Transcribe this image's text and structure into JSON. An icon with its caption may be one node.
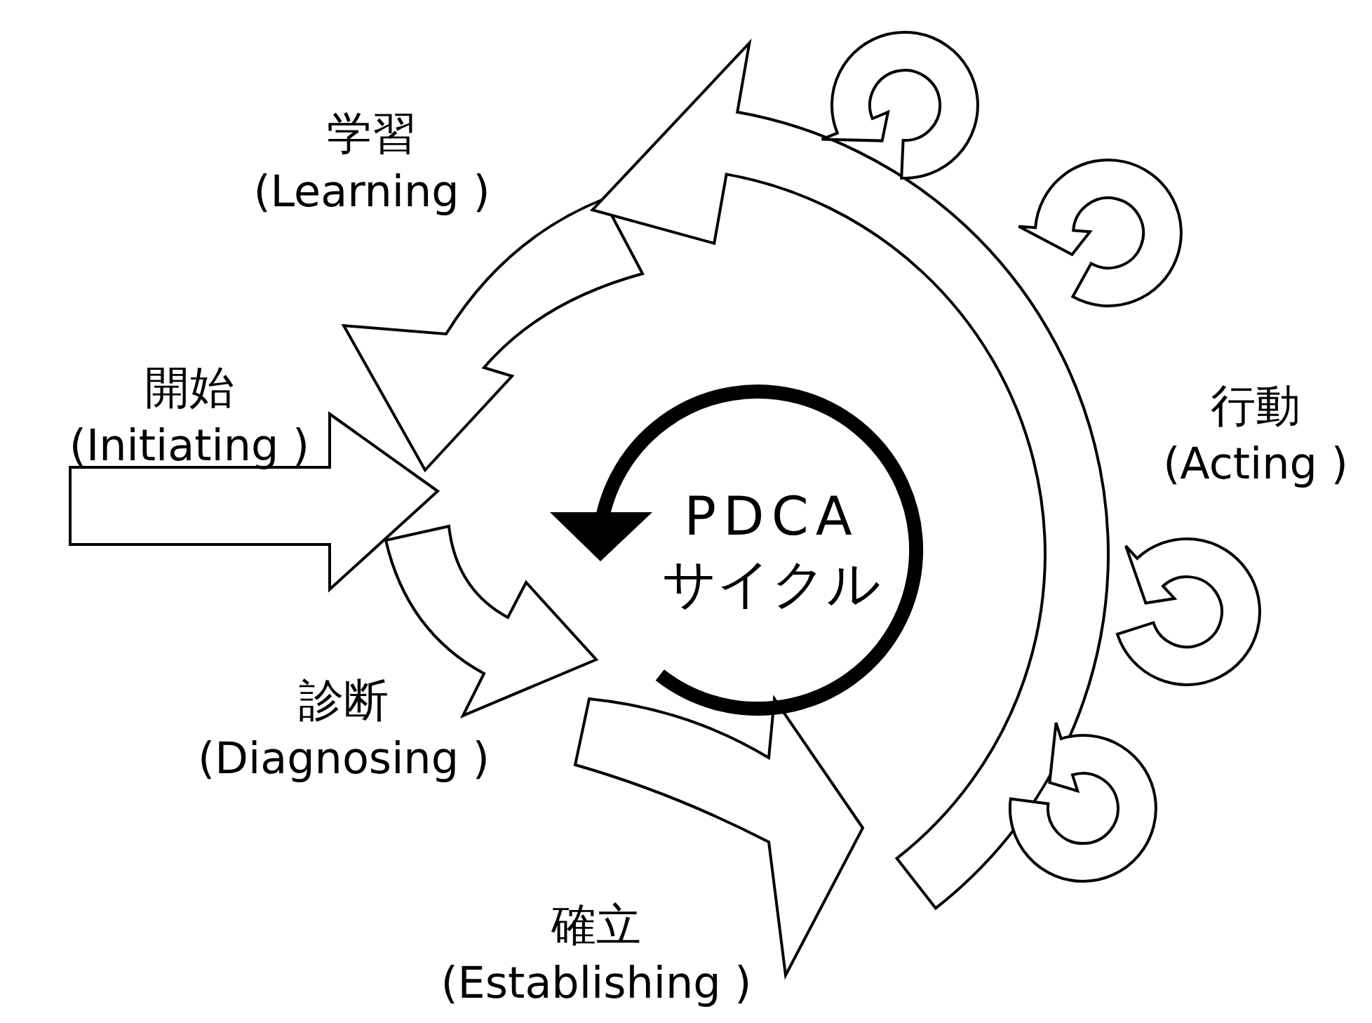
{
  "diagram": {
    "nodes": [
      {
        "text": [
          "学習",
          "(Learning )"
        ]
      },
      {
        "text": [
          "開始",
          "(Initiating )"
        ]
      },
      {
        "text": [
          "PDCA",
          "サイクル"
        ]
      },
      {
        "text": [
          "行動",
          "(Acting )"
        ]
      },
      {
        "text": [
          "診断",
          "(Diagnosing )"
        ]
      },
      {
        "text": [
          "確立",
          "(Establishing )"
        ]
      }
    ]
  }
}
